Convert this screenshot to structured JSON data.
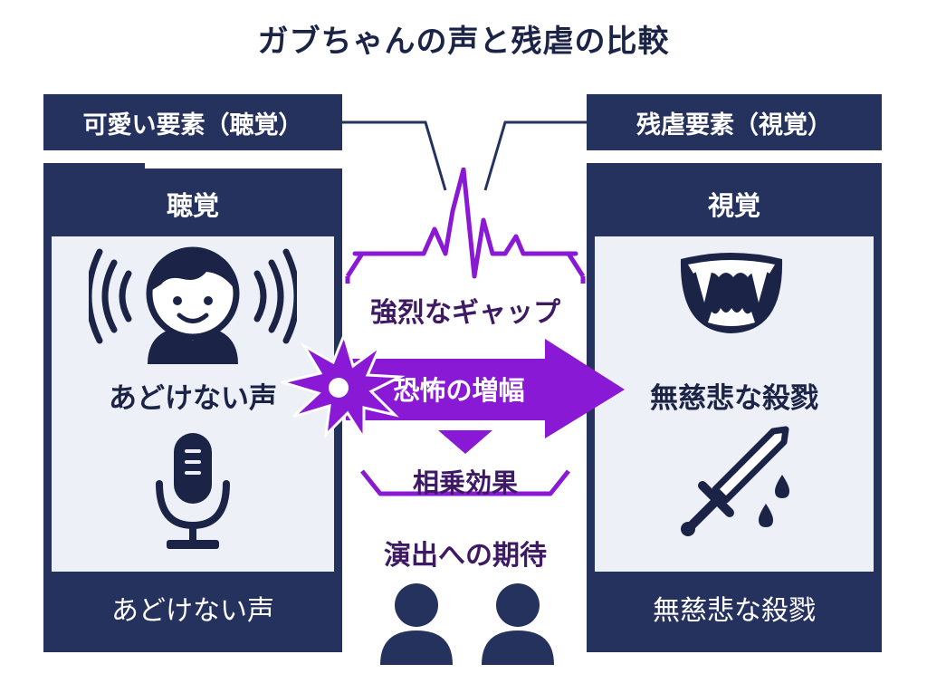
{
  "title": "ガブちゃんの声と残虐の比較",
  "left": {
    "label": "可愛い要素（聴覚）",
    "header": "聴覚",
    "item": "あどけない声",
    "footer": "あどけない声"
  },
  "right": {
    "label": "残虐要素（視覚）",
    "header": "視覚",
    "item": "無慈悲な殺戮",
    "footer": "無慈悲な殺戮"
  },
  "center": {
    "gap": "強烈なギャップ",
    "arrow": "恐怖の増幅",
    "synergy": "相乗効果",
    "expectation": "演出への期待"
  },
  "colors": {
    "navy": "#26325e",
    "purple": "#8a19d6",
    "dark_purple": "#3d1a63",
    "panel_bg": "#eef0f7"
  },
  "icons": [
    "child-face-icon",
    "sound-wave-icon",
    "microphone-icon",
    "fangs-icon",
    "sword-icon",
    "blood-drop-icon",
    "audience-person-icon",
    "impact-burst-icon"
  ]
}
